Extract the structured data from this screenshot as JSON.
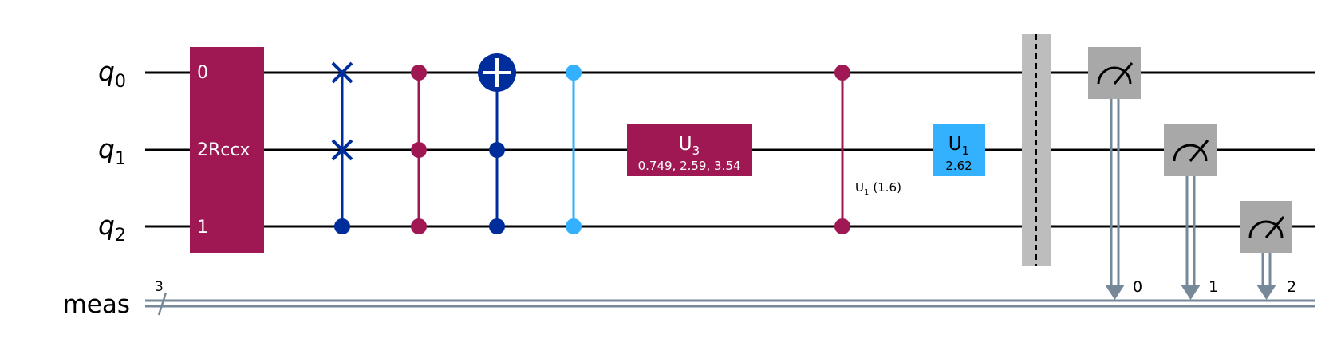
{
  "qubit_wires": [
    {
      "name": "q",
      "index": "0"
    },
    {
      "name": "q",
      "index": "1"
    },
    {
      "name": "q",
      "index": "2"
    }
  ],
  "classical_register": {
    "name": "meas",
    "width": "3"
  },
  "gates": {
    "rccx": {
      "label": "2Rccx",
      "ports": [
        "0",
        "",
        "1"
      ]
    },
    "u3": {
      "base": "U",
      "sub": "3",
      "params": "0.749, 2.59, 3.54"
    },
    "cu1": {
      "base": "U",
      "sub": "1",
      "params": "(1.6)"
    },
    "u1": {
      "base": "U",
      "sub": "1",
      "params": "2.62"
    }
  },
  "measure_bits": [
    "0",
    "1",
    "2"
  ],
  "colors": {
    "wire": "#000000",
    "classical": "#778899",
    "rccx": "#9f1853",
    "swap": "#002d9c",
    "ccz": "#9f1853",
    "ccx": "#002d9c",
    "cz": "#33b1ff",
    "u3": "#9f1853",
    "cu1": "#9f1853",
    "u1": "#33b1ff",
    "barrier": "#bdbdbd",
    "measure": "#a8a8a8"
  }
}
